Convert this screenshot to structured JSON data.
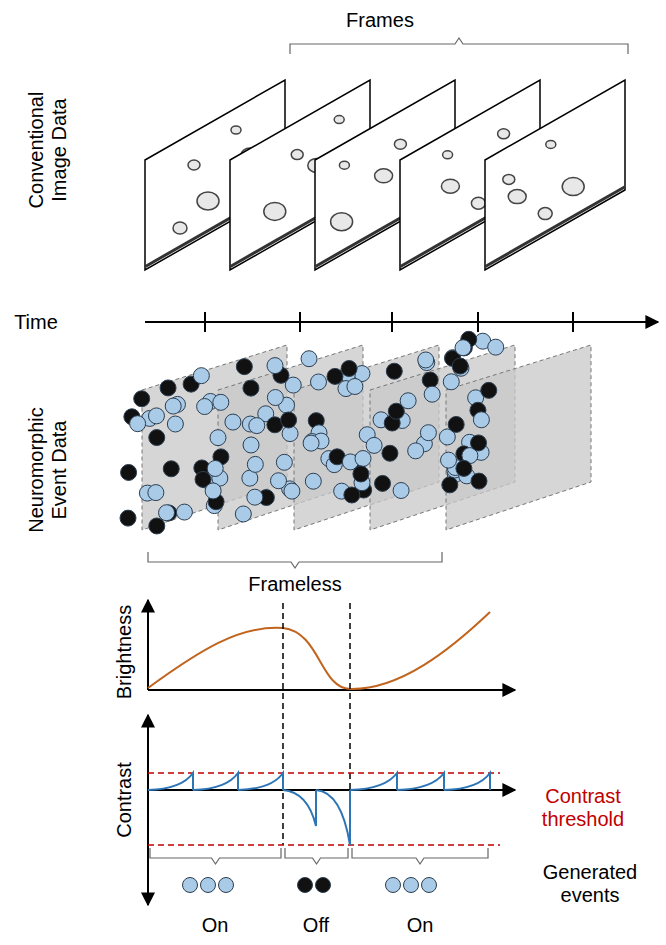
{
  "diagram": {
    "labels": [
      "Frames",
      "Conventional Image Data",
      "Time",
      "Neuromorphic Event Data",
      "Frameless",
      "Brightness",
      "Contrast",
      "Contrast threshold",
      "Generated events",
      "On",
      "Off",
      "On"
    ]
  }
}
